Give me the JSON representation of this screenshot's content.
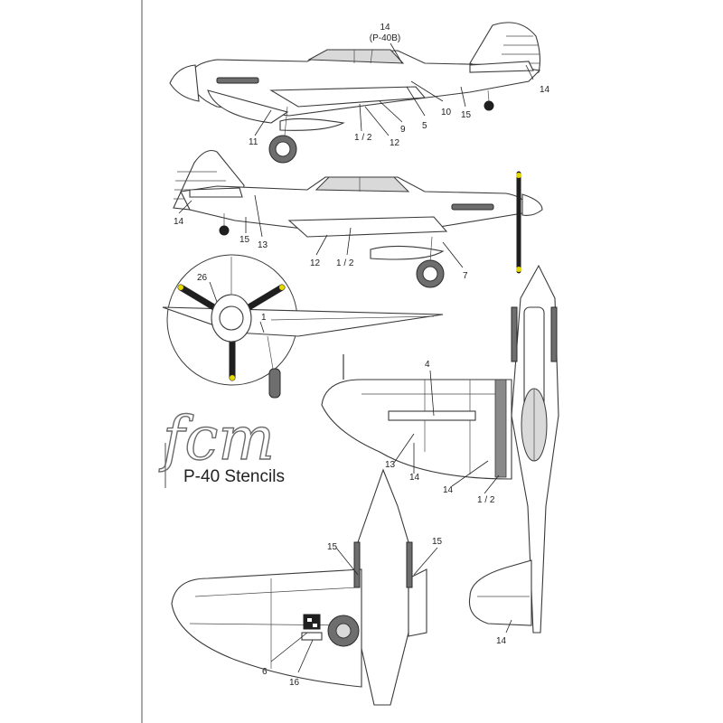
{
  "brand": {
    "logo_text": "fcm",
    "subtitle": "P-40 Stencils"
  },
  "callouts": {
    "side_left": [
      {
        "id": "c14a",
        "text": "14"
      },
      {
        "id": "c14a_sub",
        "text": "(P-40B)"
      },
      {
        "id": "c14b",
        "text": "14"
      },
      {
        "id": "c10",
        "text": "10"
      },
      {
        "id": "c5",
        "text": "5"
      },
      {
        "id": "c15",
        "text": "15"
      },
      {
        "id": "c9",
        "text": "9"
      },
      {
        "id": "c12",
        "text": "12"
      },
      {
        "id": "c1_2",
        "text": "1 / 2"
      },
      {
        "id": "c11",
        "text": "11"
      }
    ],
    "side_right": [
      {
        "id": "c14",
        "text": "14"
      },
      {
        "id": "c15",
        "text": "15"
      },
      {
        "id": "c13",
        "text": "13"
      },
      {
        "id": "c12",
        "text": "12"
      },
      {
        "id": "c1_2",
        "text": "1 / 2"
      },
      {
        "id": "c7",
        "text": "7"
      }
    ],
    "front": [
      {
        "id": "c26",
        "text": "26"
      },
      {
        "id": "c1",
        "text": "1"
      }
    ],
    "top": [
      {
        "id": "c4",
        "text": "4"
      },
      {
        "id": "c13",
        "text": "13"
      },
      {
        "id": "c14a",
        "text": "14"
      },
      {
        "id": "c14b",
        "text": "14"
      },
      {
        "id": "c1_2",
        "text": "1 / 2"
      },
      {
        "id": "c14c",
        "text": "14"
      }
    ],
    "bottom": [
      {
        "id": "c15a",
        "text": "15"
      },
      {
        "id": "c15b",
        "text": "15"
      },
      {
        "id": "c6",
        "text": "6"
      },
      {
        "id": "c16",
        "text": "16"
      }
    ]
  }
}
